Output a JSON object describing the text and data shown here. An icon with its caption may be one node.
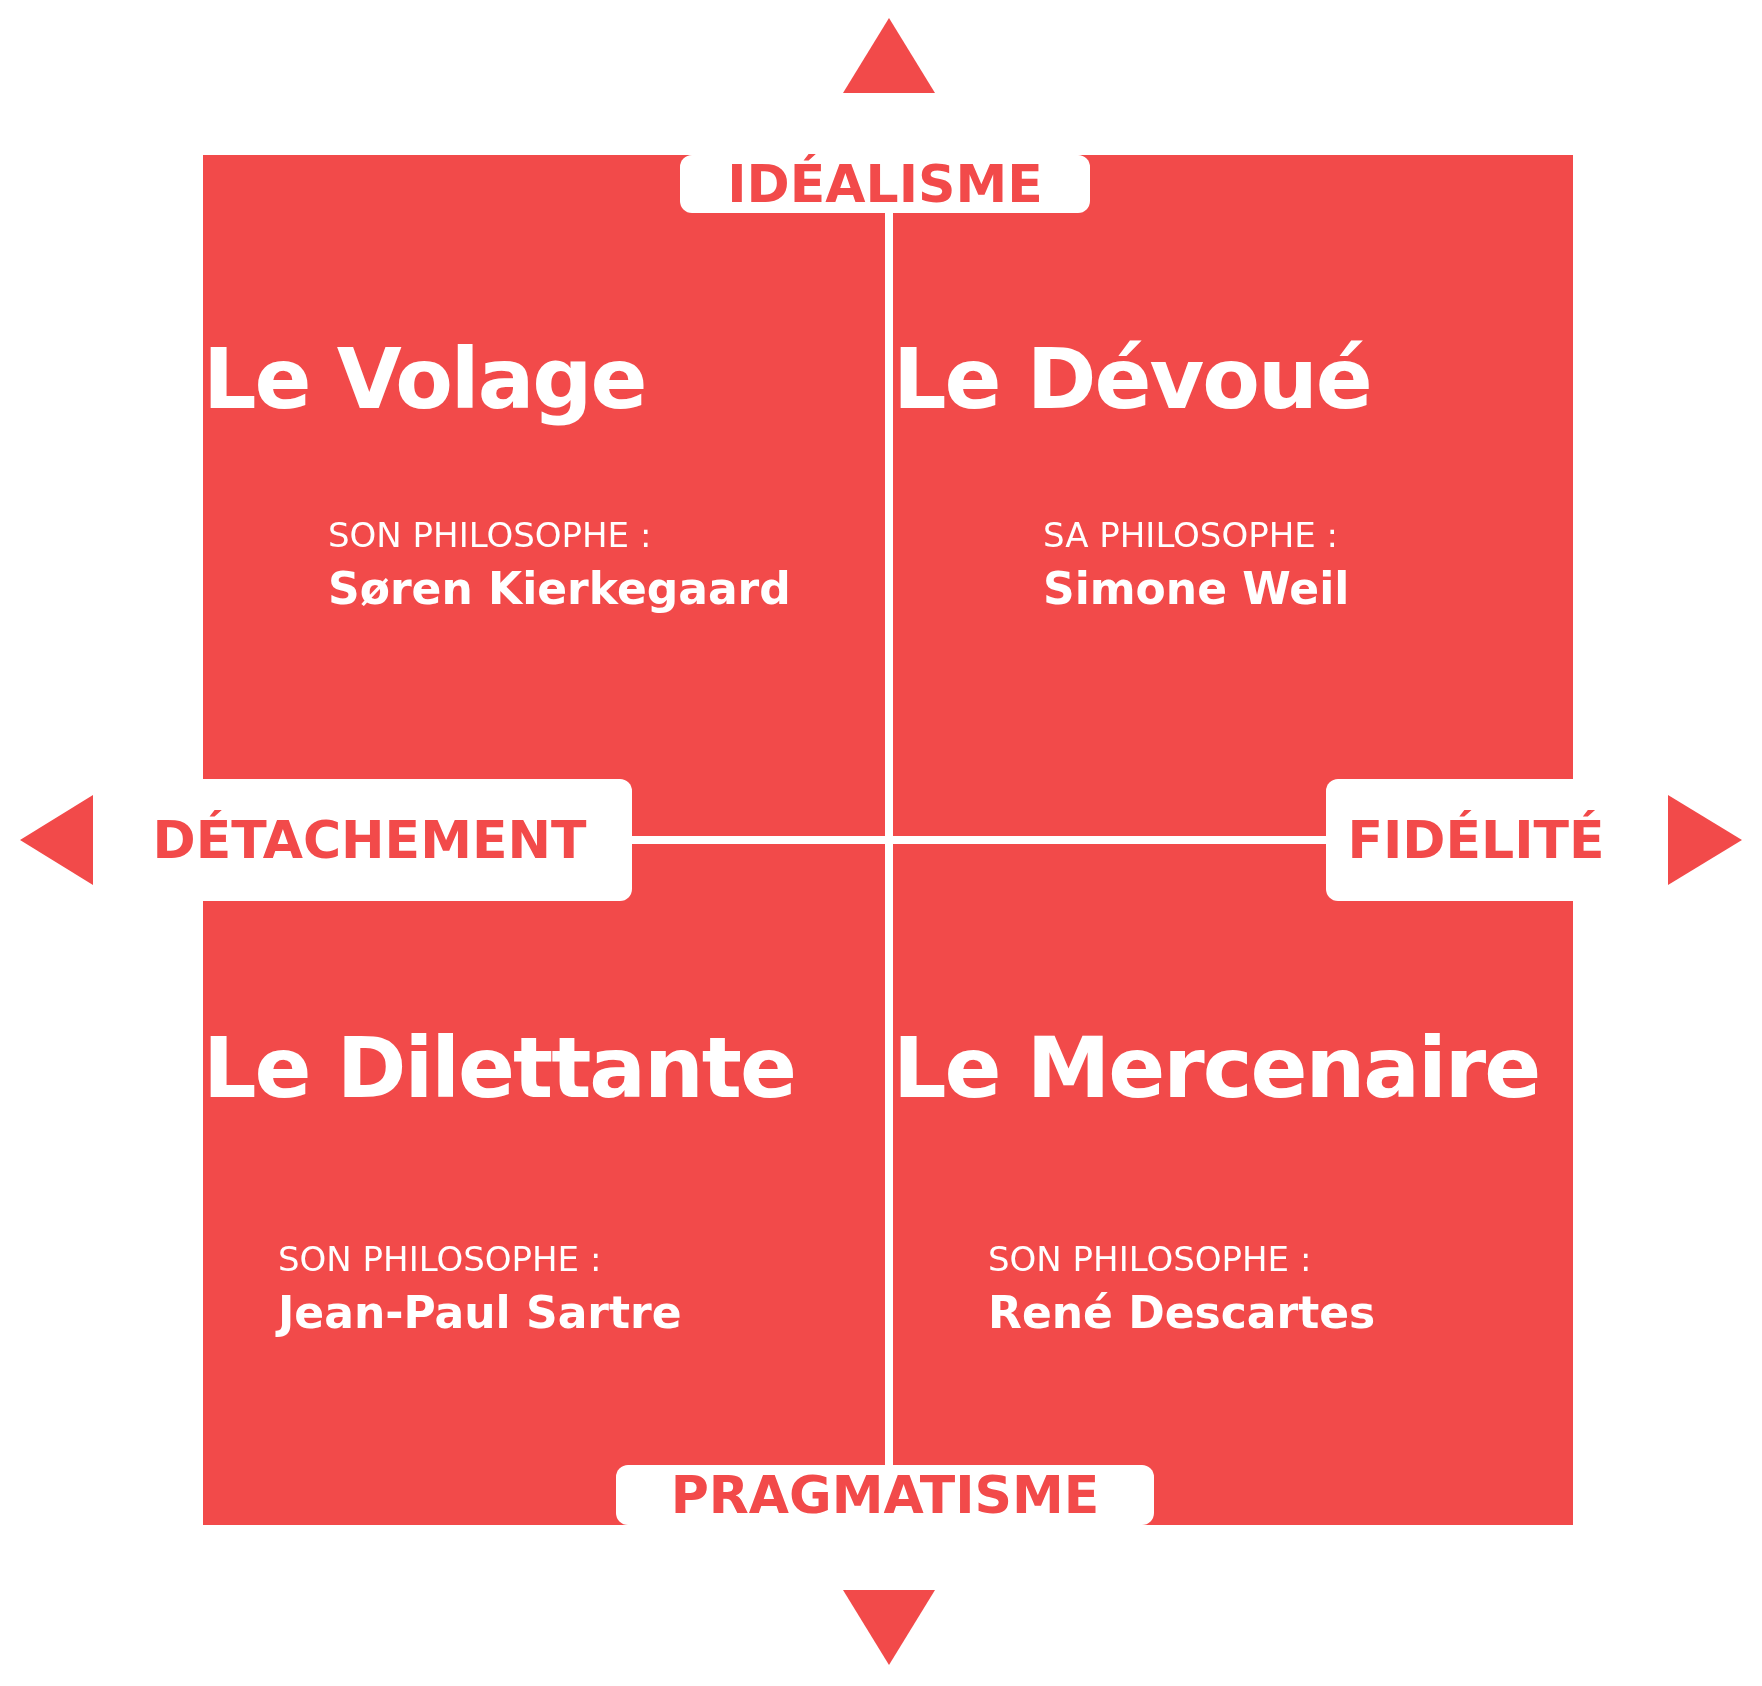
{
  "diagram": {
    "nodes": [
      {
        "text": [
          "Le Volage",
          "SON PHILOSOPHE :",
          "Søren Kierkegaard"
        ]
      },
      {
        "text": [
          "Le Dévoué",
          "SA PHILOSOPHE :",
          "Simone Weil"
        ]
      },
      {
        "text": [
          "Le Dilettante",
          "SON PHILOSOPHE :",
          "Jean-Paul Sartre"
        ]
      },
      {
        "text": [
          "Le Mercenaire",
          "SON PHILOSOPHE :",
          "René Descartes"
        ]
      },
      {
        "text": [
          "IDÉALISME"
        ]
      },
      {
        "text": [
          "DÉTACHEMENT"
        ]
      },
      {
        "text": [
          "FIDÉLITÉ"
        ]
      },
      {
        "text": [
          "PRAGMATISME"
        ]
      }
    ],
    "edges": []
  }
}
